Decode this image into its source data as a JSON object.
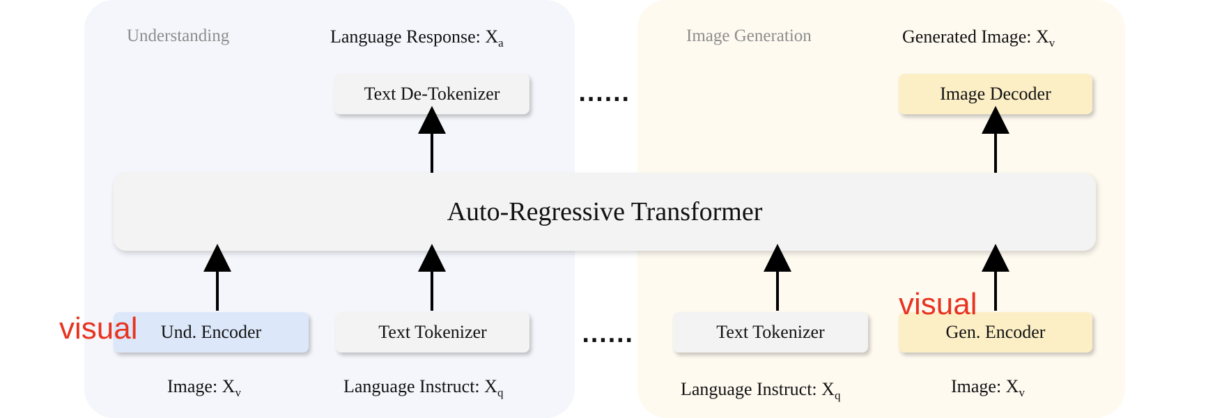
{
  "understanding": {
    "section_label": "Understanding",
    "output_label": {
      "text": "Language Response: X",
      "sub": "a"
    },
    "detokenizer": "Text De-Tokenizer",
    "und_encoder": "Und. Encoder",
    "text_tokenizer": "Text Tokenizer",
    "image_input": {
      "text": "Image: X",
      "sub": "v"
    },
    "language_input": {
      "text": "Language Instruct: X",
      "sub": "q"
    }
  },
  "generation": {
    "section_label": "Image Generation",
    "output_label": {
      "text": "Generated Image: X",
      "sub": "v"
    },
    "image_decoder": "Image Decoder",
    "text_tokenizer": "Text Tokenizer",
    "gen_encoder": "Gen. Encoder",
    "language_input": {
      "text": "Language Instruct: X",
      "sub": "q"
    },
    "image_input": {
      "text": "Image: X",
      "sub": "v"
    }
  },
  "transformer": "Auto-Regressive Transformer",
  "ellipsis": "......",
  "annotations": {
    "left_visual": "visual",
    "right_visual": "visual"
  },
  "colors": {
    "understanding_panel": "#f4f6fb",
    "generation_panel": "#fefaf0",
    "und_encoder_fill": "#dce8fa",
    "gen_fill": "#fcefc6",
    "annotation": "#e8331f"
  }
}
